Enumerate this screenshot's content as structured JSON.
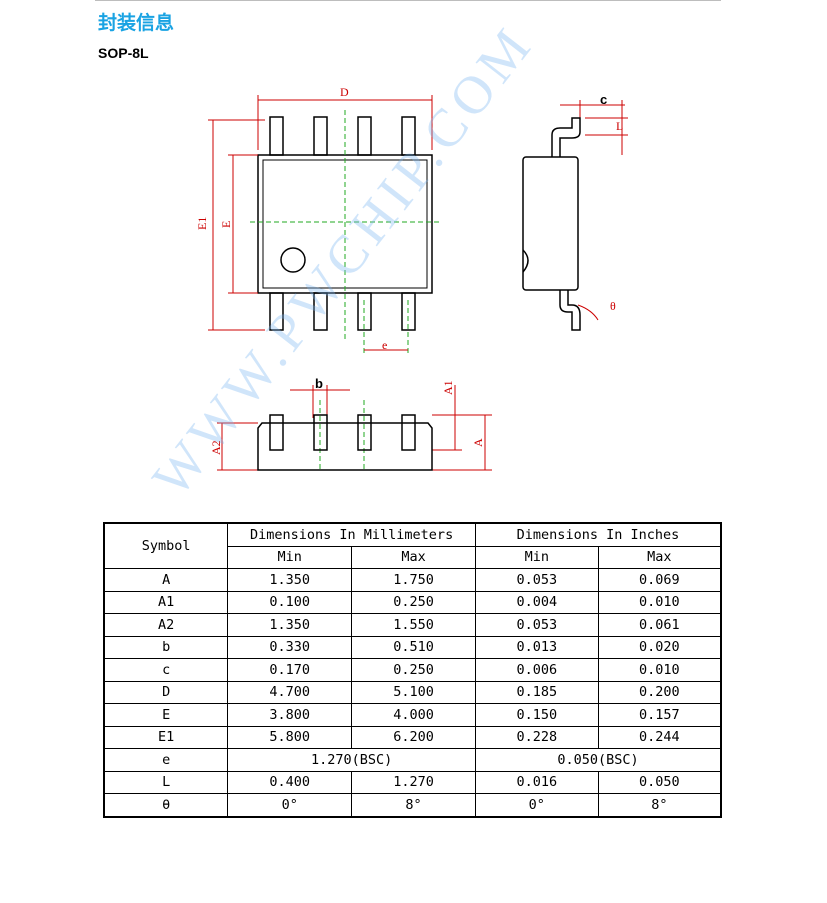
{
  "section_title": "封装信息",
  "package_name": "SOP-8L",
  "drawing_labels": {
    "D": "D",
    "E": "E",
    "E1": "E1",
    "e": "e",
    "b": "b",
    "A1": "A1",
    "A2": "A2",
    "A": "A",
    "c": "c",
    "L": "L",
    "theta": "θ"
  },
  "watermark": "WWW.PWCHIP.COM",
  "table": {
    "symbol_header": "Symbol",
    "mm_header": "Dimensions In Millimeters",
    "in_header": "Dimensions In Inches",
    "min": "Min",
    "max": "Max",
    "rows": [
      {
        "s": "A",
        "mm_min": "1.350",
        "mm_max": "1.750",
        "in_min": "0.053",
        "in_max": "0.069"
      },
      {
        "s": "A1",
        "mm_min": "0.100",
        "mm_max": "0.250",
        "in_min": "0.004",
        "in_max": "0.010"
      },
      {
        "s": "A2",
        "mm_min": "1.350",
        "mm_max": "1.550",
        "in_min": "0.053",
        "in_max": "0.061"
      },
      {
        "s": "b",
        "mm_min": "0.330",
        "mm_max": "0.510",
        "in_min": "0.013",
        "in_max": "0.020"
      },
      {
        "s": "c",
        "mm_min": "0.170",
        "mm_max": "0.250",
        "in_min": "0.006",
        "in_max": "0.010"
      },
      {
        "s": "D",
        "mm_min": "4.700",
        "mm_max": "5.100",
        "in_min": "0.185",
        "in_max": "0.200"
      },
      {
        "s": "E",
        "mm_min": "3.800",
        "mm_max": "4.000",
        "in_min": "0.150",
        "in_max": "0.157"
      },
      {
        "s": "E1",
        "mm_min": "5.800",
        "mm_max": "6.200",
        "in_min": "0.228",
        "in_max": "0.244"
      },
      {
        "s": "e",
        "mm_span": "1.270(BSC)",
        "in_span": "0.050(BSC)"
      },
      {
        "s": "L",
        "mm_min": "0.400",
        "mm_max": "1.270",
        "in_min": "0.016",
        "in_max": "0.050"
      },
      {
        "s": "θ",
        "mm_min": "0°",
        "mm_max": "8°",
        "in_min": "0°",
        "in_max": "8°"
      }
    ]
  }
}
